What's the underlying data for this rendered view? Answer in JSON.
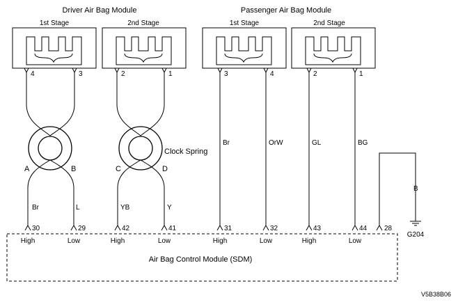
{
  "modules": {
    "driver": {
      "title": "Driver Air Bag Module",
      "stage1": "1st Stage",
      "stage2": "2nd Stage"
    },
    "passenger": {
      "title": "Passenger Air Bag Module",
      "stage1": "1st Stage",
      "stage2": "2nd Stage"
    }
  },
  "module_pins": {
    "d1_left": "4",
    "d1_right": "3",
    "d2_left": "2",
    "d2_right": "1",
    "p1_left": "3",
    "p1_right": "4",
    "p2_left": "2",
    "p2_right": "1"
  },
  "clock_spring": {
    "label": "Clock Spring",
    "terminals": {
      "a": "A",
      "b": "B",
      "c": "C",
      "d": "D"
    }
  },
  "wires": {
    "driver_stage1_high": "Br",
    "driver_stage1_low": "L",
    "driver_stage2_high": "YB",
    "driver_stage2_low": "Y",
    "pass_stage1_high": "Br",
    "pass_stage1_low": "OrW",
    "pass_stage2_high": "GL",
    "pass_stage2_low": "BG",
    "ground_wire": "B"
  },
  "sdm_pins": {
    "p30": "30",
    "p29": "29",
    "p42": "42",
    "p41": "41",
    "p31": "31",
    "p32": "32",
    "p43": "43",
    "p44": "44",
    "p28": "28"
  },
  "sdm_pin_roles": {
    "p30": "High",
    "p29": "Low",
    "p42": "High",
    "p41": "Low",
    "p31": "High",
    "p32": "Low",
    "p43": "High",
    "p44": "Low"
  },
  "sdm": {
    "label": "Air Bag Control Module (SDM)"
  },
  "ground": {
    "label": "G204"
  },
  "figure_code": "V5B38B06"
}
